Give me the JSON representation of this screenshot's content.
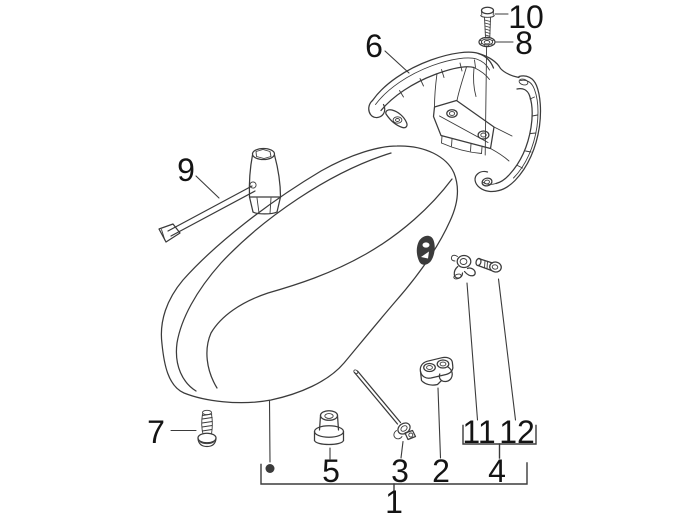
{
  "figure": {
    "background_color": "#ffffff",
    "line_color": "#3b3b3b",
    "label_color": "#141414",
    "callouts": {
      "c1": "1",
      "c2": "2",
      "c3": "3",
      "c4": "4",
      "c5": "5",
      "c6": "6",
      "c7": "7",
      "c8": "8",
      "c9": "9",
      "c10": "10",
      "c11": "11",
      "c12": "12"
    }
  }
}
